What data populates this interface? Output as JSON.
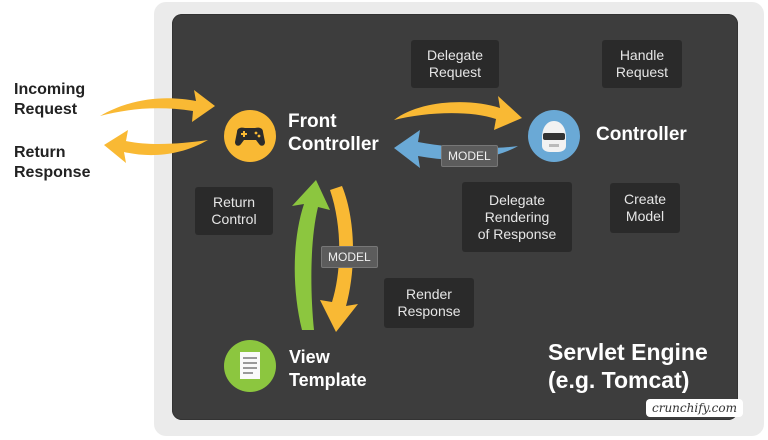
{
  "outside": {
    "incoming_request": "Incoming\nRequest",
    "return_response": "Return\nResponse"
  },
  "nodes": {
    "front_controller": "Front\nController",
    "controller": "Controller",
    "view_template": "View\nTemplate"
  },
  "steps": {
    "delegate_request": "Delegate\nRequest",
    "handle_request": "Handle\nRequest",
    "return_control": "Return\nControl",
    "delegate_rendering": "Delegate\nRendering\nof Response",
    "create_model": "Create\nModel",
    "render_response": "Render\nResponse"
  },
  "tags": {
    "model_horizontal": "MODEL",
    "model_vertical": "MODEL"
  },
  "engine": {
    "title": "Servlet Engine\n(e.g. Tomcat)"
  },
  "logo": {
    "text": "crunchify",
    "suffix": ".com"
  },
  "colors": {
    "orange": "#f9b934",
    "blue": "#6aa9d6",
    "green": "#8cc63f",
    "panel": "#3d3d3d"
  },
  "icons": {
    "front_controller": "gamepad-icon",
    "controller": "robot-helmet-icon",
    "view_template": "document-icon"
  }
}
